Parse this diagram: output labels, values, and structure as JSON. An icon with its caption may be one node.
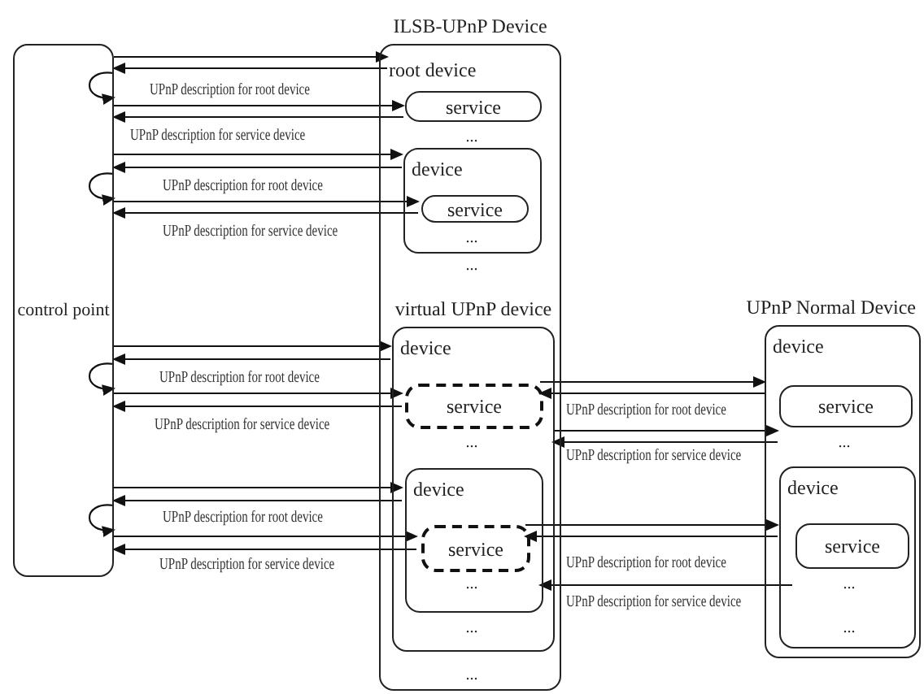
{
  "diagram": {
    "nodes": [
      {
        "text": [
          "control point"
        ]
      },
      {
        "text": [
          "ILSB-UPnP Device"
        ]
      },
      {
        "text": [
          "root device"
        ],
        "in": 1
      },
      {
        "text": [
          "service"
        ],
        "in": 1
      },
      {
        "text": [
          "device"
        ],
        "in": 1
      },
      {
        "text": [
          "service"
        ],
        "in": 4
      },
      {
        "text": [
          "virtual UPnP device",
          "device"
        ],
        "in": 1
      },
      {
        "text": [
          "service"
        ],
        "in": 6
      },
      {
        "text": [
          "device"
        ],
        "in": 6
      },
      {
        "text": [
          "service"
        ],
        "in": 8
      },
      {
        "text": [
          "UPnP Normal Device",
          "device"
        ]
      },
      {
        "text": [
          "service"
        ],
        "in": 10
      },
      {
        "text": [
          "device"
        ],
        "in": 10
      },
      {
        "text": [
          "service"
        ],
        "in": 12
      }
    ],
    "edges": [
      {
        "from": 0,
        "to": 2,
        "arrow": "to"
      },
      {
        "from": 2,
        "to": 0,
        "arrow": "to",
        "label": "UPnP description for root device"
      },
      {
        "from": 0,
        "to": 0,
        "arrow": "to"
      },
      {
        "from": 0,
        "to": 3,
        "arrow": "to"
      },
      {
        "from": 3,
        "to": 0,
        "arrow": "to",
        "label": "UPnP description for service device"
      },
      {
        "from": 0,
        "to": 4,
        "arrow": "to"
      },
      {
        "from": 4,
        "to": 0,
        "arrow": "to",
        "label": "UPnP description for root device"
      },
      {
        "from": 0,
        "to": 0,
        "arrow": "to"
      },
      {
        "from": 0,
        "to": 5,
        "arrow": "to"
      },
      {
        "from": 5,
        "to": 0,
        "arrow": "to",
        "label": "UPnP description for service device"
      },
      {
        "from": 0,
        "to": 6,
        "arrow": "to"
      },
      {
        "from": 6,
        "to": 0,
        "arrow": "to",
        "label": "UPnP description for root device"
      },
      {
        "from": 0,
        "to": 0,
        "arrow": "to"
      },
      {
        "from": 0,
        "to": 7,
        "arrow": "to"
      },
      {
        "from": 7,
        "to": 0,
        "arrow": "to",
        "label": "UPnP description for service device"
      },
      {
        "from": 7,
        "to": 10,
        "arrow": "to"
      },
      {
        "from": 10,
        "to": 7,
        "arrow": "to",
        "label": "UPnP description for root device"
      },
      {
        "from": 6,
        "to": 11,
        "arrow": "to"
      },
      {
        "from": 11,
        "to": 6,
        "arrow": "to",
        "label": "UPnP description for service device"
      },
      {
        "from": 0,
        "to": 8,
        "arrow": "to"
      },
      {
        "from": 8,
        "to": 0,
        "arrow": "to",
        "label": "UPnP description for root device"
      },
      {
        "from": 0,
        "to": 0,
        "arrow": "to"
      },
      {
        "from": 0,
        "to": 9,
        "arrow": "to"
      },
      {
        "from": 9,
        "to": 0,
        "arrow": "to",
        "label": "UPnP description for service device"
      },
      {
        "from": 9,
        "to": 12,
        "arrow": "to"
      },
      {
        "from": 12,
        "to": 9,
        "arrow": "to",
        "label": "UPnP description for root device"
      },
      {
        "from": 13,
        "to": 8,
        "arrow": "to",
        "label": "UPnP description for service device"
      }
    ],
    "labels": [
      "...",
      "...",
      "...",
      "...",
      "...",
      "...",
      "...",
      "...",
      "...",
      "..."
    ]
  }
}
